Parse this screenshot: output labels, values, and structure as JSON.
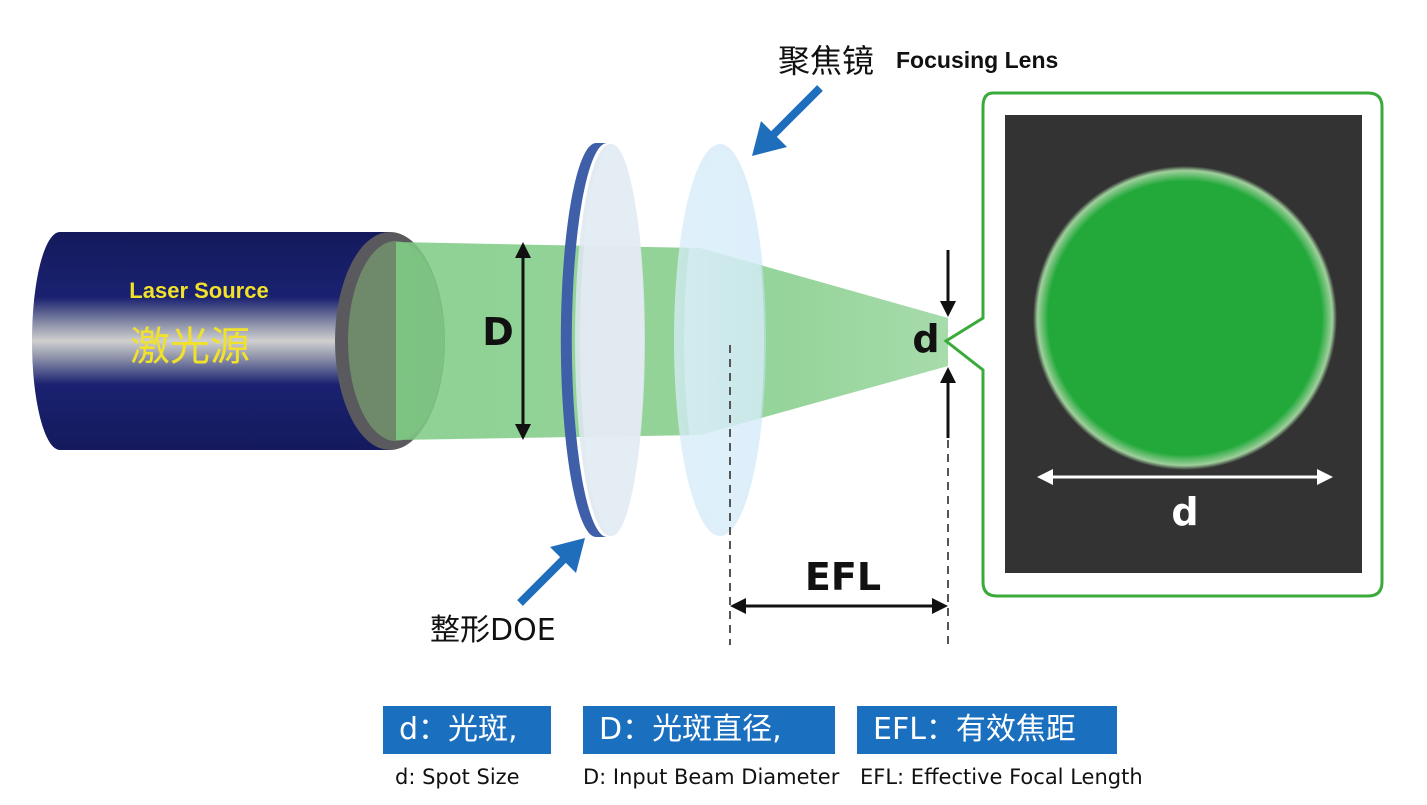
{
  "colors": {
    "laser_body": "#141a5c",
    "laser_highlight": "#c6c6c6",
    "beam": "#7fcb85",
    "spot": "#22a93a",
    "panel_bg": "#333333",
    "panel_border": "#3aaa3a",
    "arrow_blue": "#1f6ebc",
    "legend_bg": "#1a6fbf"
  },
  "laser": {
    "label_en": "Laser Source",
    "label_cn": "激光源"
  },
  "doe": {
    "label": "整形DOE"
  },
  "lens": {
    "label_cn": "聚焦镜",
    "label_en": "Focusing Lens"
  },
  "dimensions": {
    "D": "D",
    "d": "d",
    "efl": "EFL",
    "spot_d": "d"
  },
  "legend": [
    {
      "box": "d：光斑,",
      "desc": "d: Spot Size"
    },
    {
      "box": "D：光斑直径,",
      "desc": "D: Input Beam Diameter"
    },
    {
      "box": "EFL：有效焦距",
      "desc": "EFL: Effective Focal Length"
    }
  ]
}
